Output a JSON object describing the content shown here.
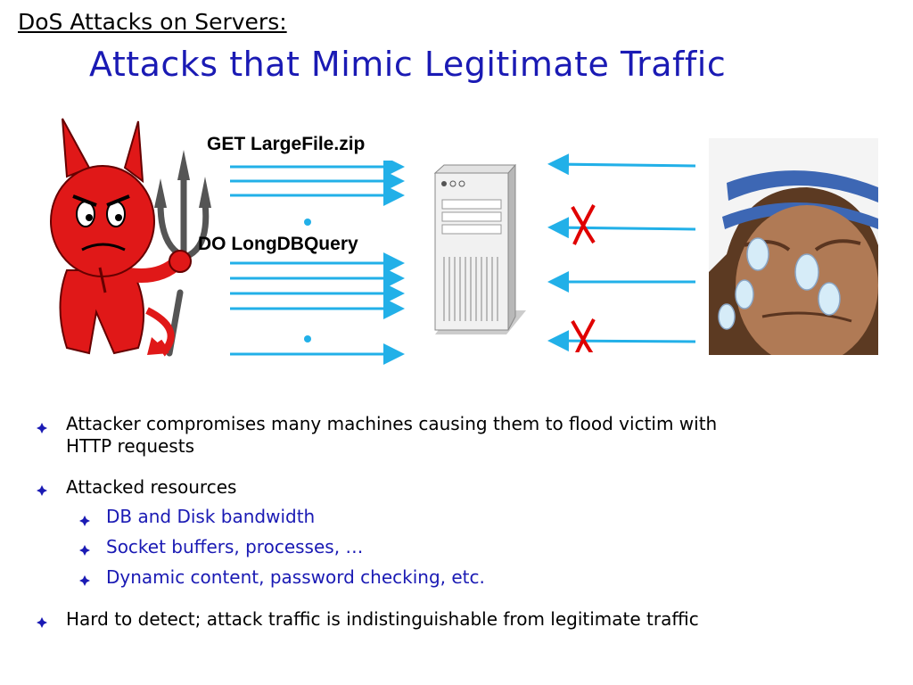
{
  "slide": {
    "topic": "DoS Attacks on Servers:",
    "title": "Attacks that Mimic Legitimate Traffic"
  },
  "diagram": {
    "request_1": "GET LargeFile.zip",
    "request_2": "DO LongDBQuery",
    "attacker_image": "devil-with-pitchfork",
    "server_image": "server-tower",
    "victim_image": "crying-legitimate-user",
    "blocked_mark": "X",
    "colors": {
      "arrow": "#22b0e8",
      "blocked": "#e00000",
      "title": "#1a1ab4"
    }
  },
  "bullets": [
    {
      "text": "Attacker compromises many machines causing them to flood victim with",
      "text2": "HTTP requests"
    },
    {
      "text": "Attacked resources",
      "sub": [
        "DB and Disk bandwidth",
        "Socket buffers, processes, …",
        "Dynamic content, password checking, etc."
      ]
    },
    {
      "text": "Hard to detect; attack traffic is indistinguishable from legitimate traffic"
    }
  ]
}
